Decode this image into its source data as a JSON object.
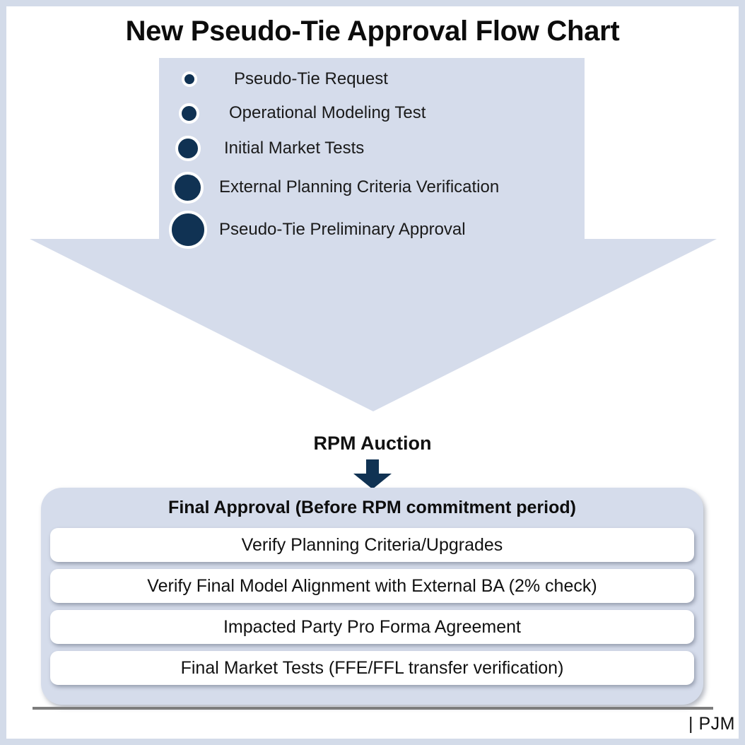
{
  "title": "New Pseudo-Tie Approval Flow Chart",
  "colors": {
    "navy": "#103253",
    "panel_blue": "#d5dceb",
    "frame_border": "#d3dbe9",
    "rule_gray": "#7d7d7d",
    "row_white": "#ffffff"
  },
  "process_steps": {
    "items": [
      {
        "label": "Pseudo-Tie Request",
        "bullet_size": 22
      },
      {
        "label": "Operational Modeling Test",
        "bullet_size": 29
      },
      {
        "label": "Initial Market Tests",
        "bullet_size": 36
      },
      {
        "label": "External Planning Criteria Verification",
        "bullet_size": 45
      },
      {
        "label": "Pseudo-Tie Preliminary Approval",
        "bullet_size": 54
      }
    ]
  },
  "transition": {
    "label": "RPM Auction",
    "arrow_icon": "down-arrow-icon"
  },
  "final_approval": {
    "heading": "Final Approval (Before RPM commitment period)",
    "rows": [
      "Verify Planning Criteria/Upgrades",
      "Verify Final Model Alignment with External BA (2% check)",
      "Impacted Party Pro Forma Agreement",
      "Final Market Tests (FFE/FFL transfer verification)"
    ]
  },
  "footer": {
    "brand": "| PJM"
  }
}
